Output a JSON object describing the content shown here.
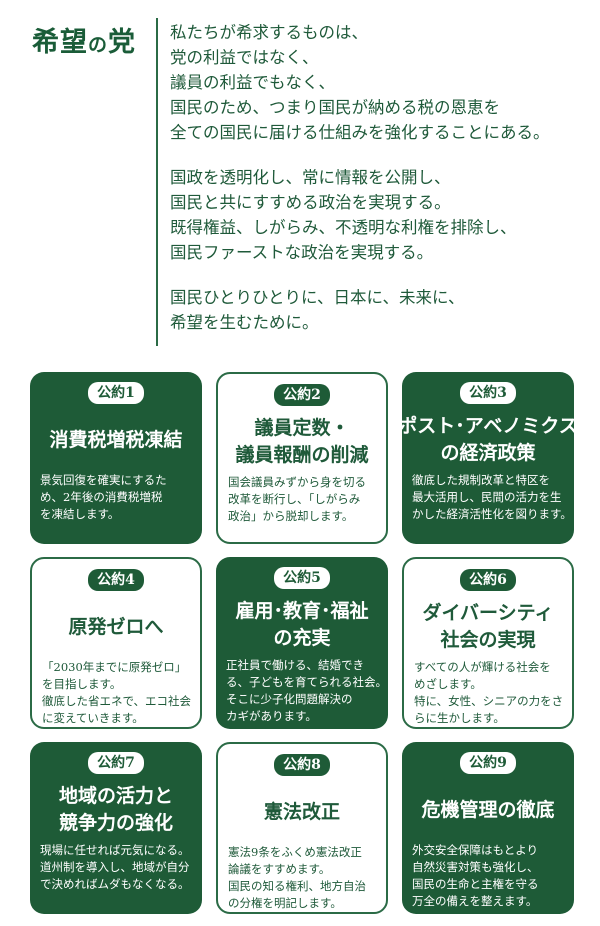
{
  "header": {
    "party_name_1": "希望",
    "party_name_2": "の",
    "party_name_3": "党"
  },
  "statement": {
    "paragraphs": [
      [
        "私たちが希求するものは、",
        "党の利益ではなく、",
        "議員の利益でもなく、",
        "国民のため、つまり国民が納める税の恩恵を",
        "全ての国民に届ける仕組みを強化することにある。"
      ],
      [
        "国政を透明化し、常に情報を公開し、",
        "国民と共にすすめる政治を実現する。",
        "既得権益、しがらみ、不透明な利権を排除し、",
        "国民ファーストな政治を実現する。"
      ],
      [
        "国民ひとりひとりに、日本に、未来に、",
        "希望を生むために。"
      ]
    ]
  },
  "pledges": [
    {
      "badge": "公約1",
      "style": "dark",
      "title": [
        "消費税増税凍結"
      ],
      "desc": [
        "景気回復を確実にするた",
        "め、2年後の消費税増税",
        "を凍結します。"
      ]
    },
    {
      "badge": "公約2",
      "style": "light",
      "title": [
        "議員定数・",
        "議員報酬の削減"
      ],
      "desc": [
        "国会議員みずから身を切る",
        "改革を断行し、「しがらみ",
        "政治」から脱却します。"
      ]
    },
    {
      "badge": "公約3",
      "style": "dark",
      "title": [
        "ポスト･アベノミクス",
        "の経済政策"
      ],
      "desc": [
        "徹底した規制改革と特区を",
        "最大活用し、民間の活力を生",
        "かした経済活性化を図ります。"
      ]
    },
    {
      "badge": "公約4",
      "style": "light",
      "title": [
        "原発ゼロへ"
      ],
      "desc": [
        "「2030年までに原発ゼロ」",
        "を目指します。",
        "徹底した省エネで、エコ社会",
        "に変えていきます。"
      ]
    },
    {
      "badge": "公約5",
      "style": "dark",
      "title": [
        "雇用･教育･福祉",
        "の充実"
      ],
      "desc": [
        "正社員で働ける、結婚でき",
        "る、子どもを育てられる社会。",
        "そこに少子化問題解決の",
        "カギがあります。"
      ]
    },
    {
      "badge": "公約6",
      "style": "light",
      "title": [
        "ダイバーシティ",
        "社会の実現"
      ],
      "desc": [
        "すべての人が輝ける社会を",
        "めざします。",
        "特に、女性、シニアの力をさ",
        "らに生かします。"
      ]
    },
    {
      "badge": "公約7",
      "style": "dark",
      "title": [
        "地域の活力と",
        "競争力の強化"
      ],
      "desc": [
        "現場に任せれば元気になる。",
        "道州制を導入し、地域が自分",
        "で決めればムダもなくなる。"
      ]
    },
    {
      "badge": "公約8",
      "style": "light",
      "title": [
        "憲法改正"
      ],
      "desc": [
        "憲法9条をふくめ憲法改正",
        "論議をすすめます。",
        "国民の知る権利、地方自治",
        "の分権を明記します。"
      ]
    },
    {
      "badge": "公約9",
      "style": "dark",
      "title": [
        "危機管理の徹底"
      ],
      "desc": [
        "外交安全保障はもとより",
        "自然災害対策も強化し、",
        "国民の生命と主権を守る",
        "万全の備えを整えます。"
      ]
    }
  ]
}
